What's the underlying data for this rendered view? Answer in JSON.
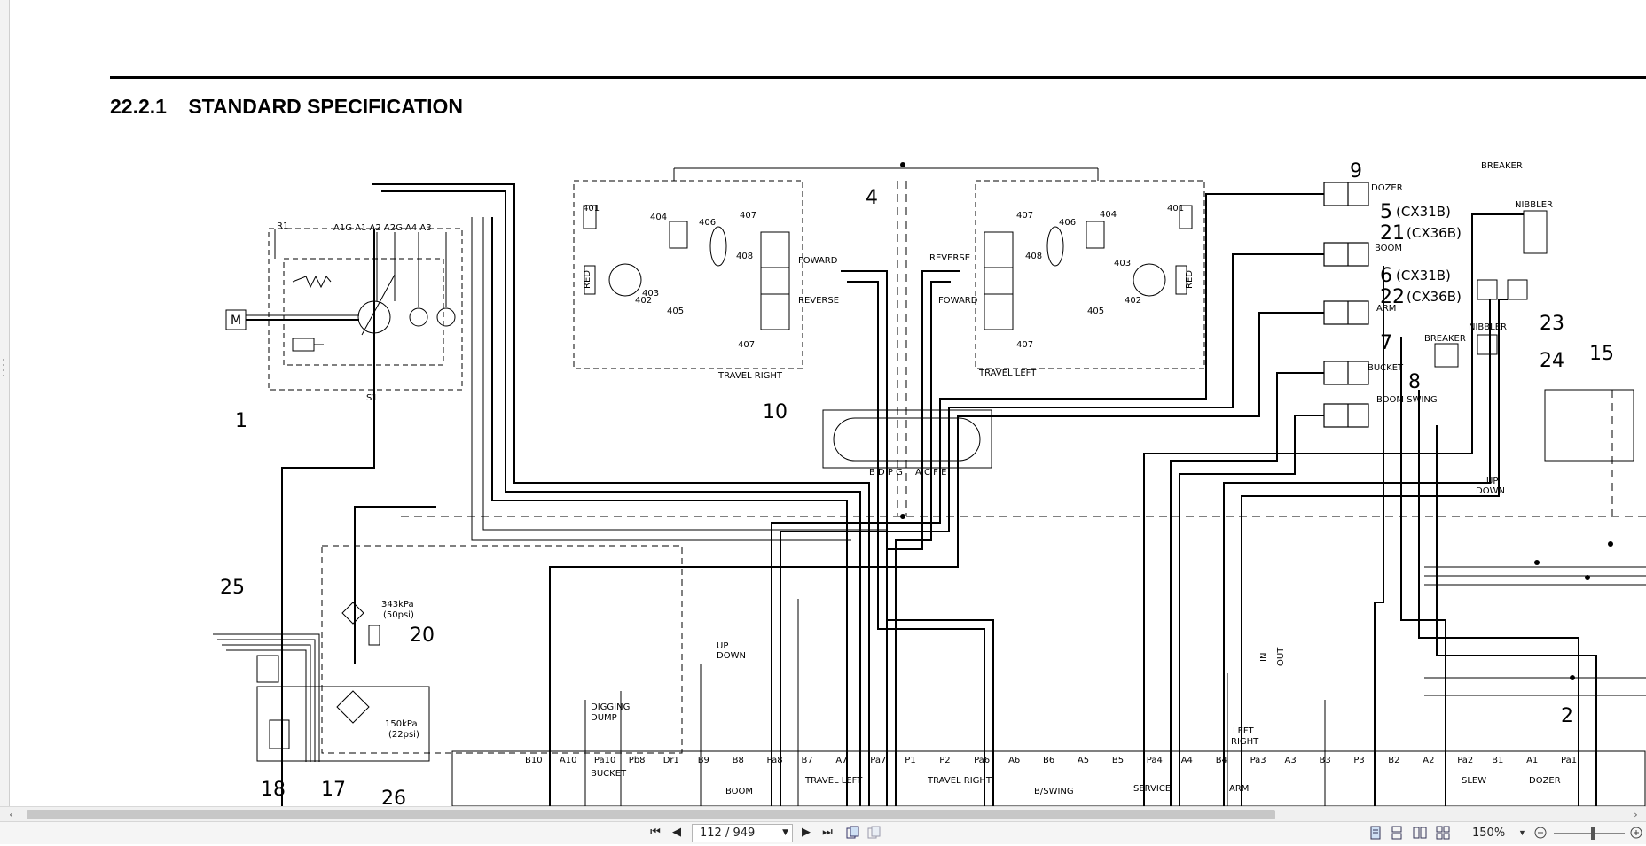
{
  "document": {
    "section_number": "22.2.1",
    "section_title": "STANDARD SPECIFICATION"
  },
  "schematic": {
    "callouts": [
      "1",
      "2",
      "4",
      "5",
      "6",
      "7",
      "8",
      "9",
      "10",
      "15",
      "17",
      "18",
      "20",
      "21",
      "22",
      "23",
      "24",
      "25",
      "26"
    ],
    "labels": {
      "dozer": "DOZER",
      "boom": "BOOM",
      "arm": "ARM",
      "bucket": "BUCKET",
      "boom_swing": "BOOM SWING",
      "cx31b_a": "(CX31B)",
      "cx36b_a": "(CX36B)",
      "cx31b_b": "(CX31B)",
      "cx36b_b": "(CX36B)",
      "breaker": "BREAKER",
      "nibbler": "NIBBLER",
      "breaker2": "BREAKER",
      "nibbler2": "NIBBLER",
      "travel_right": "TRAVEL RIGHT",
      "travel_left": "TRAVEL LEFT",
      "foward_r": "FOWARD",
      "reverse_r": "REVERSE",
      "foward_l": "FOWARD",
      "reverse_l": "REVERSE",
      "psi50": "343kPa",
      "psi50b": "(50psi)",
      "psi22": "150kPa",
      "psi22b": "(22psi)",
      "up": "UP",
      "down": "DOWN",
      "up2": "UP",
      "down2": "DOWN",
      "digging": "DIGGING",
      "dump": "DUMP",
      "in": "IN",
      "out": "OUT",
      "left": "LEFT",
      "right": "RIGHT",
      "slew": "SLEW",
      "service": "SERVICE",
      "bswing": "B/SWING",
      "m": "M",
      "red1": "RED",
      "red2": "RED",
      "s1": "S1",
      "r1": "R1",
      "v401a": "401",
      "v404a": "404",
      "v406a": "406",
      "v407a": "407",
      "v408a": "408",
      "v403a": "403",
      "v402a": "402",
      "v405a": "405",
      "v407b": "407",
      "v401b": "401",
      "v404b": "404",
      "v406b": "406",
      "v407c": "407",
      "v408b": "408",
      "v403b": "403",
      "v402b": "402",
      "v405b": "405",
      "v407d": "407",
      "bdpg": "B D P G",
      "acfe": "A C F E",
      "pump_ports": "A1G  A1  A2  A2G A4   A3"
    },
    "bottom_ports": [
      "B10",
      "A10",
      "Pa10",
      "Pb8",
      "Dr1",
      "B9",
      "B8",
      "Pa8",
      "B7",
      "A7",
      "Pa7",
      "P1",
      "P2",
      "Pa6",
      "A6",
      "B6",
      "A5",
      "B5",
      "Pa4",
      "A4",
      "B4",
      "Pa3",
      "A3",
      "B3",
      "P3",
      "B2",
      "A2",
      "Pa2",
      "B1",
      "A1",
      "Pa1"
    ]
  },
  "viewer": {
    "page_indicator": "112 / 949",
    "zoom": "150%",
    "buttons": {
      "first": "⏮",
      "prev": "◀",
      "next": "▶",
      "last": "⏭"
    }
  },
  "colors": {
    "line": "#000000",
    "toolbar_bg": "#f5f5f5",
    "scroll_thumb": "#c7c7c7"
  }
}
